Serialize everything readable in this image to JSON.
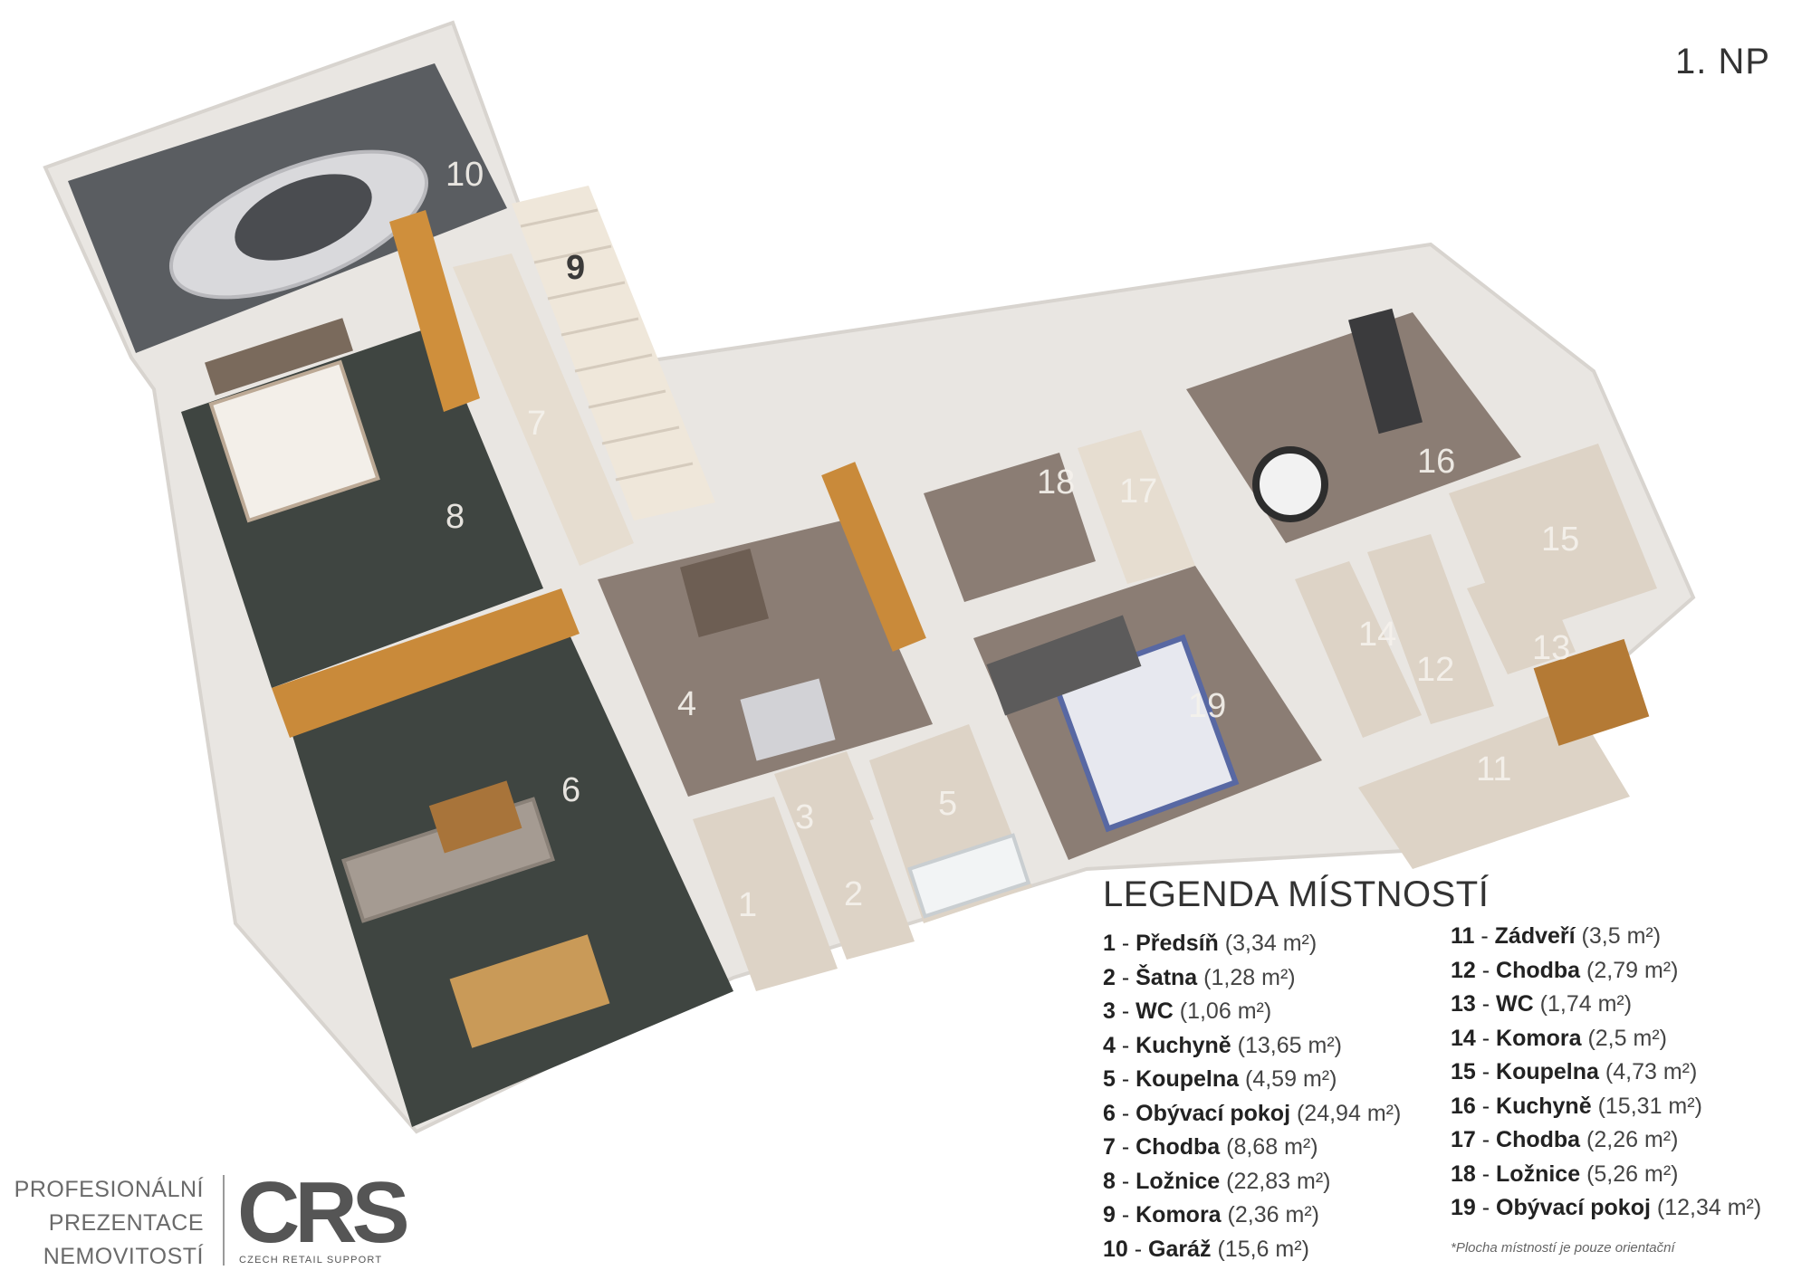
{
  "floor_label": "1. NP",
  "legend": {
    "title": "LEGENDA MÍSTNOSTÍ",
    "col1": [
      {
        "no": "1",
        "name": "Předsíň",
        "area": "3,34"
      },
      {
        "no": "2",
        "name": "Šatna",
        "area": "1,28"
      },
      {
        "no": "3",
        "name": "WC",
        "area": "1,06"
      },
      {
        "no": "4",
        "name": "Kuchyně",
        "area": "13,65"
      },
      {
        "no": "5",
        "name": "Koupelna",
        "area": "4,59"
      },
      {
        "no": "6",
        "name": "Obývací pokoj",
        "area": "24,94"
      },
      {
        "no": "7",
        "name": "Chodba",
        "area": "8,68"
      },
      {
        "no": "8",
        "name": "Ložnice",
        "area": "22,83"
      },
      {
        "no": "9",
        "name": "Komora",
        "area": "2,36"
      },
      {
        "no": "10",
        "name": "Garáž",
        "area": "15,6"
      }
    ],
    "col2": [
      {
        "no": "11",
        "name": "Zádveří",
        "area": "3,5"
      },
      {
        "no": "12",
        "name": "Chodba",
        "area": "2,79"
      },
      {
        "no": "13",
        "name": "WC",
        "area": "1,74"
      },
      {
        "no": "14",
        "name": "Komora",
        "area": "2,5"
      },
      {
        "no": "15",
        "name": "Koupelna",
        "area": "4,73"
      },
      {
        "no": "16",
        "name": "Kuchyně",
        "area": "15,31"
      },
      {
        "no": "17",
        "name": "Chodba",
        "area": "2,26"
      },
      {
        "no": "18",
        "name": "Ložnice",
        "area": "5,26"
      },
      {
        "no": "19",
        "name": "Obývací pokoj",
        "area": "12,34"
      }
    ],
    "unit": "m²",
    "note": "*Plocha místností je pouze orientační"
  },
  "brand": {
    "line1": "PROFESIONÁLNÍ",
    "line2": "PREZENTACE",
    "line3": "NEMOVITOSTÍ",
    "logo": "CRS",
    "logo_sub": "CZECH RETAIL SUPPORT"
  },
  "room_numbers": [
    "1",
    "2",
    "3",
    "4",
    "5",
    "6",
    "7",
    "8",
    "9",
    "10",
    "11",
    "12",
    "13",
    "14",
    "15",
    "16",
    "17",
    "18",
    "19"
  ],
  "colors": {
    "dark_floor": "#3f4541",
    "wood_floor": "#8b7d74",
    "tile_floor": "#ddd3c6",
    "wall": "#f3f1ee",
    "garage_floor": "#54575b",
    "wood_furniture": "#c98a3a"
  }
}
